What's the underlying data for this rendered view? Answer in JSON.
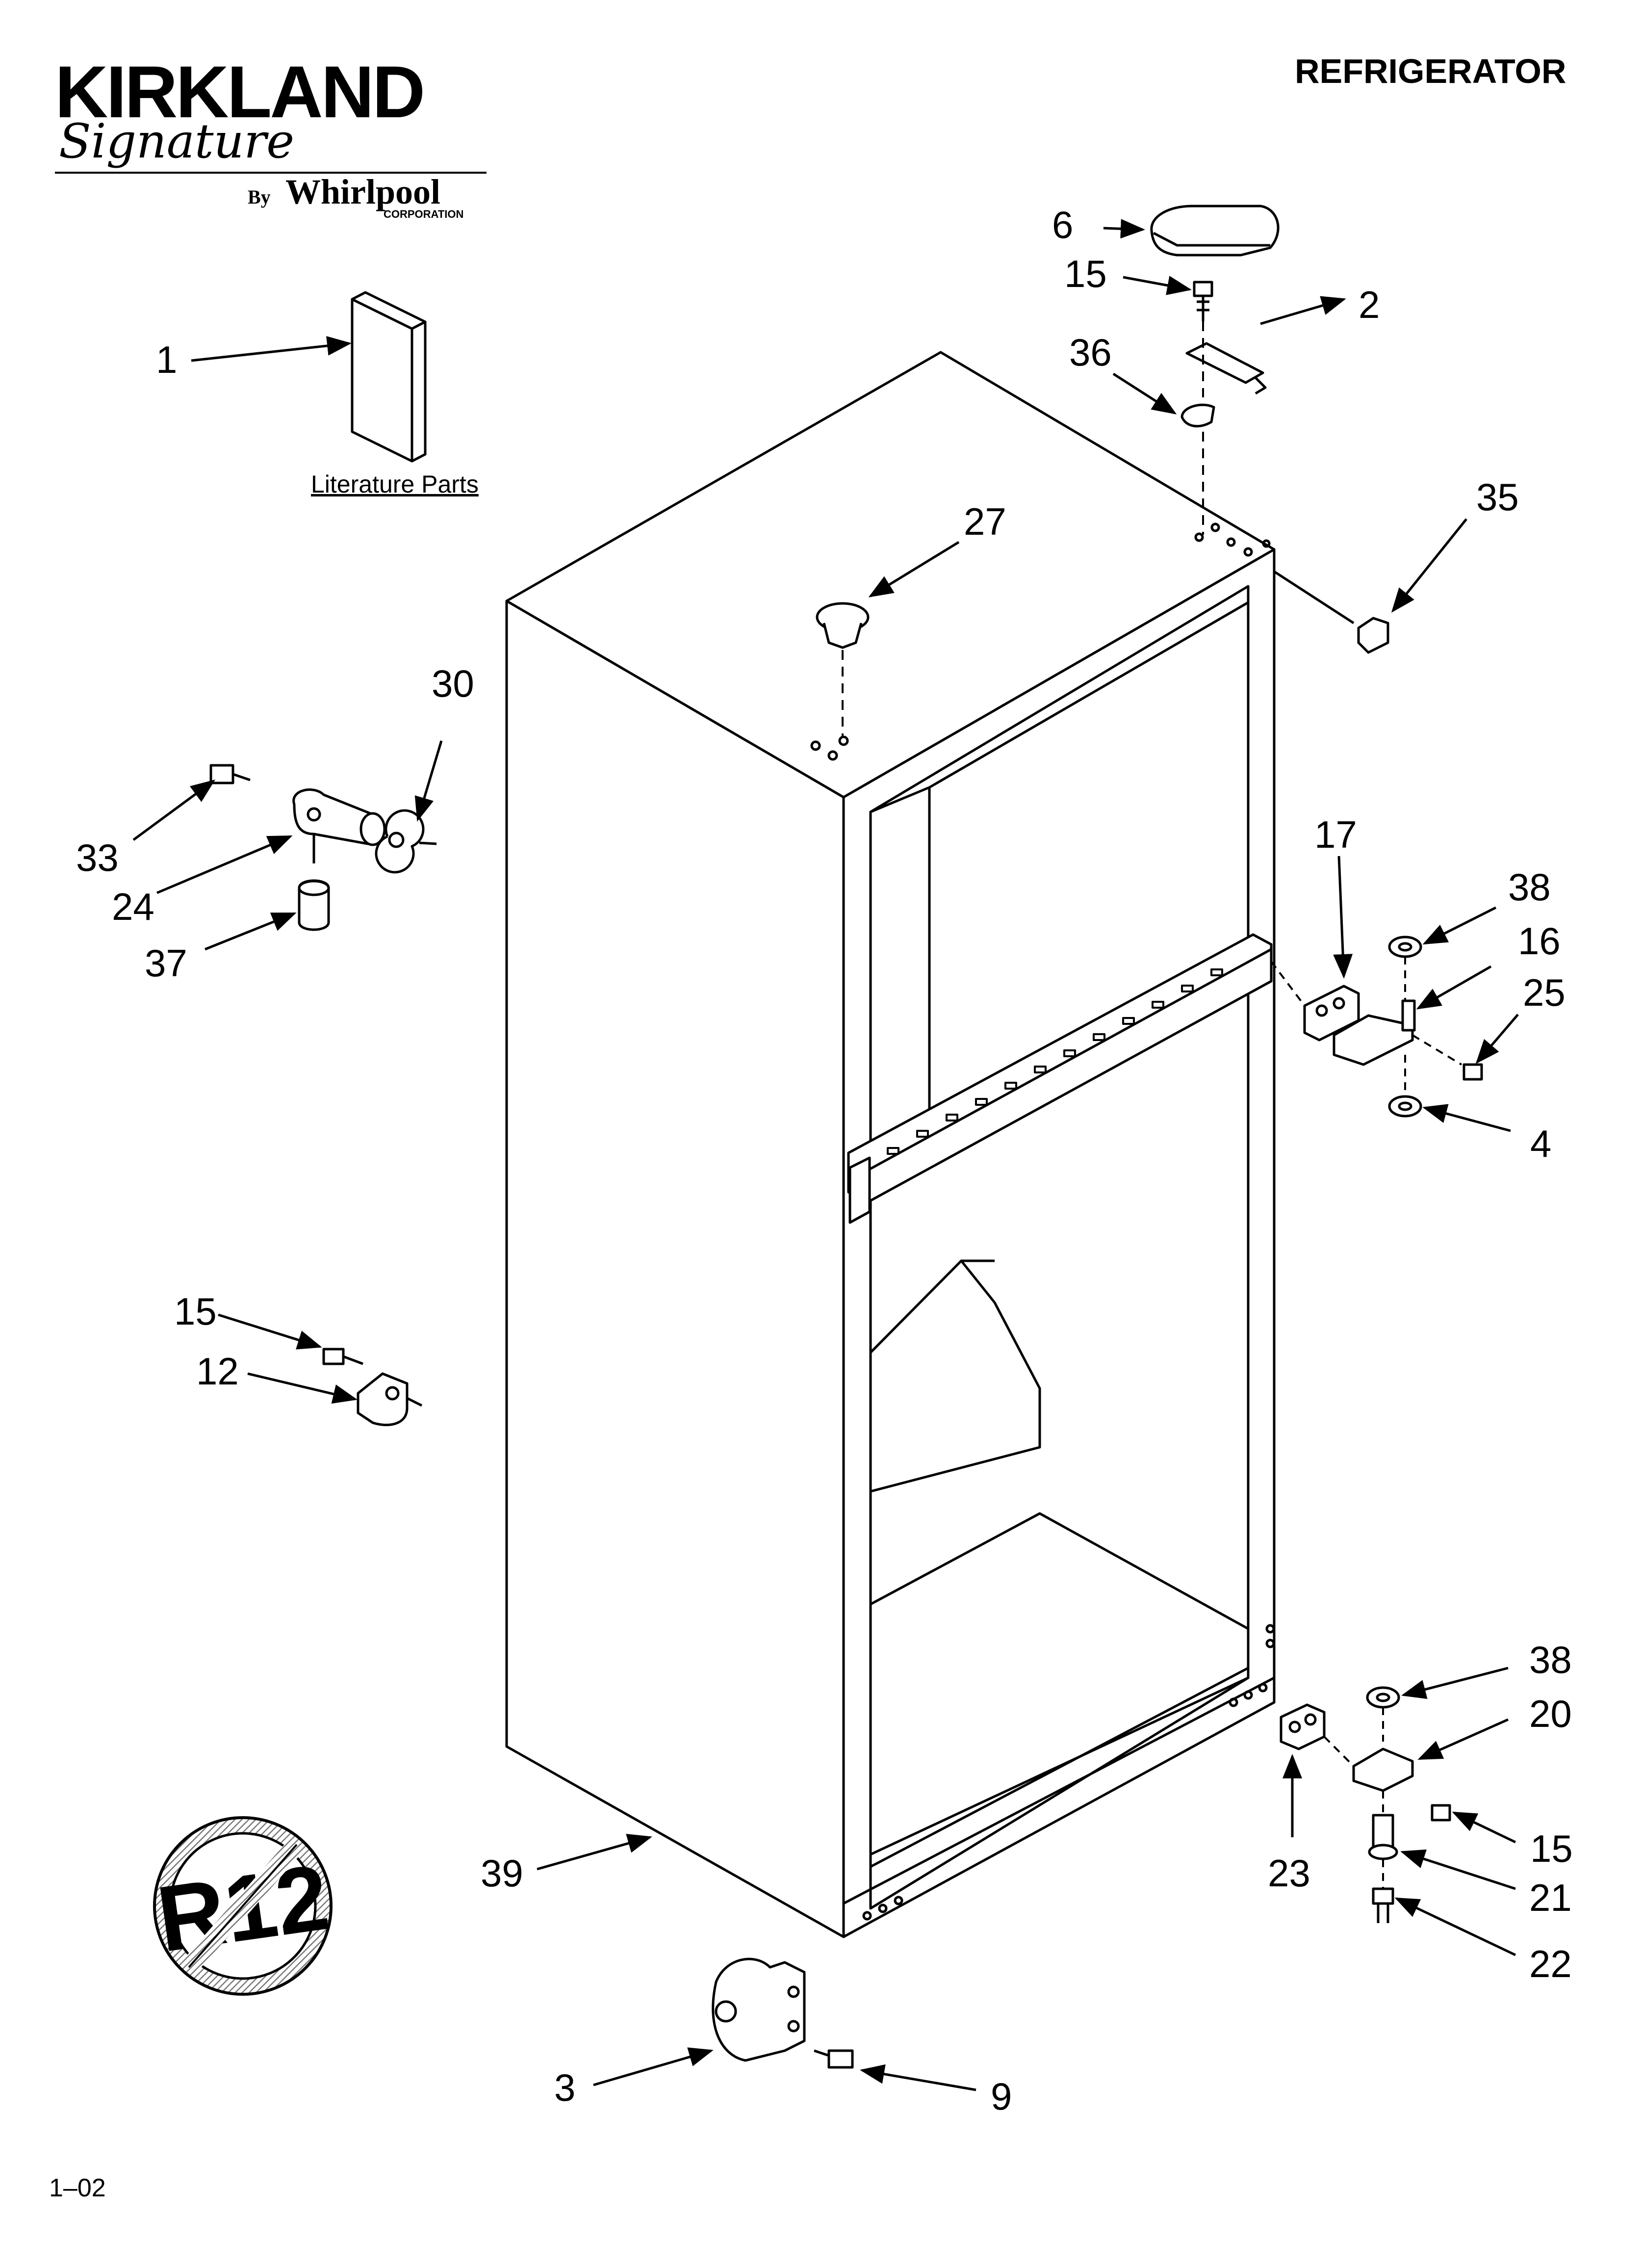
{
  "header": {
    "brand_name": "KIRKLAND",
    "brand_script": "Signature",
    "by": "By",
    "maker": "Whirlpool",
    "maker_sub": "CORPORATION",
    "section_title": "REFRIGERATOR"
  },
  "literature_label": "Literature Parts",
  "footer_code": "1–02",
  "r12_symbol": "R12",
  "callouts": [
    {
      "num": "1"
    },
    {
      "num": "2"
    },
    {
      "num": "3"
    },
    {
      "num": "4"
    },
    {
      "num": "6"
    },
    {
      "num": "9"
    },
    {
      "num": "12"
    },
    {
      "num": "15"
    },
    {
      "num": "15"
    },
    {
      "num": "15"
    },
    {
      "num": "16"
    },
    {
      "num": "17"
    },
    {
      "num": "20"
    },
    {
      "num": "21"
    },
    {
      "num": "22"
    },
    {
      "num": "23"
    },
    {
      "num": "24"
    },
    {
      "num": "25"
    },
    {
      "num": "27"
    },
    {
      "num": "30"
    },
    {
      "num": "33"
    },
    {
      "num": "35"
    },
    {
      "num": "36"
    },
    {
      "num": "37"
    },
    {
      "num": "38"
    },
    {
      "num": "38"
    },
    {
      "num": "39"
    }
  ]
}
